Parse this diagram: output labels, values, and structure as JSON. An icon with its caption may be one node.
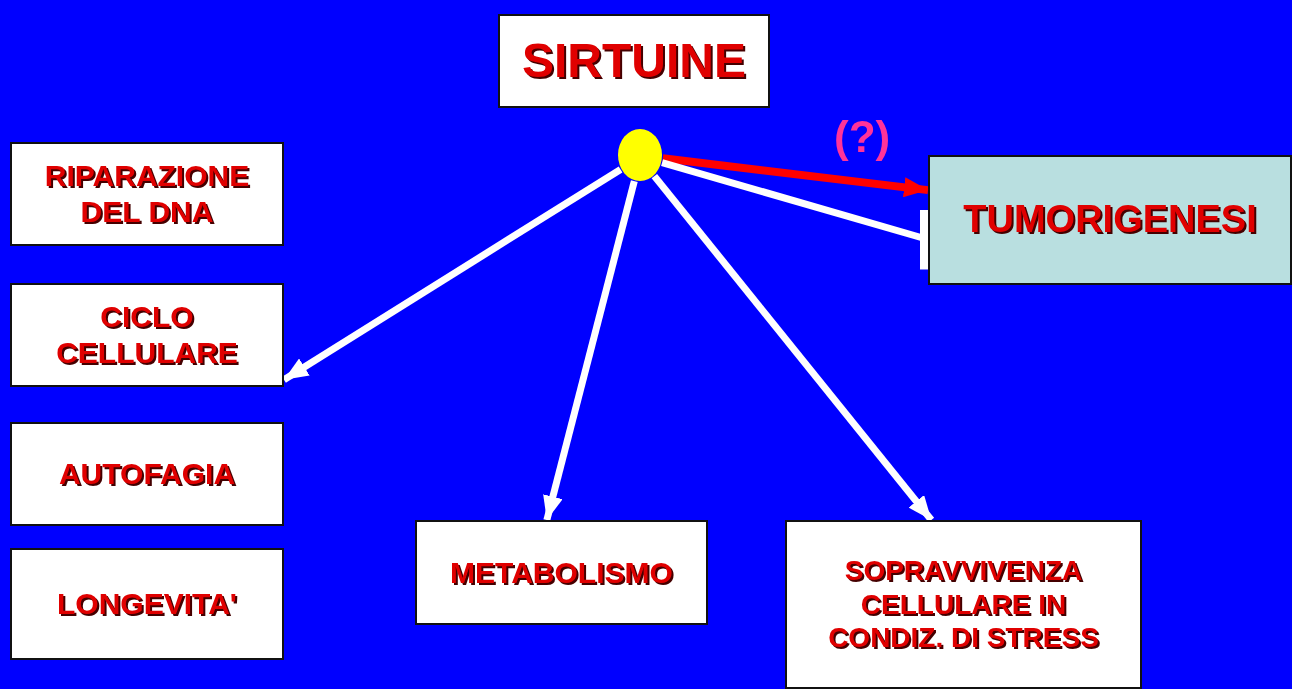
{
  "diagram": {
    "nodes": [
      {
        "text": [
          "SIRTUINE"
        ]
      },
      {
        "text": [],
        "shape": "circle"
      },
      {
        "text": [
          "RIPARAZIONE DEL DNA"
        ]
      },
      {
        "text": [
          "TUMORIGENESI"
        ]
      },
      {
        "text": [
          "CICLO CELLULARE"
        ]
      },
      {
        "text": [
          "AUTOFAGIA"
        ]
      },
      {
        "text": [
          "METABOLISMO"
        ]
      },
      {
        "text": [
          "SOPRAVVIVENZA CELLULARE IN CONDIZ. DI STRESS"
        ]
      },
      {
        "text": [
          "LONGEVITA'"
        ]
      }
    ],
    "edges": [
      {
        "from": 1,
        "to": 3,
        "arrow": "to",
        "label": "(?)",
        "color": "#ff0000"
      },
      {
        "from": 1,
        "to": 3,
        "arrow": "other"
      },
      {
        "from": 1,
        "to": 4,
        "arrow": "to"
      },
      {
        "from": 1,
        "to": 6,
        "arrow": "to"
      },
      {
        "from": 1,
        "to": 7,
        "arrow": "to"
      }
    ]
  }
}
